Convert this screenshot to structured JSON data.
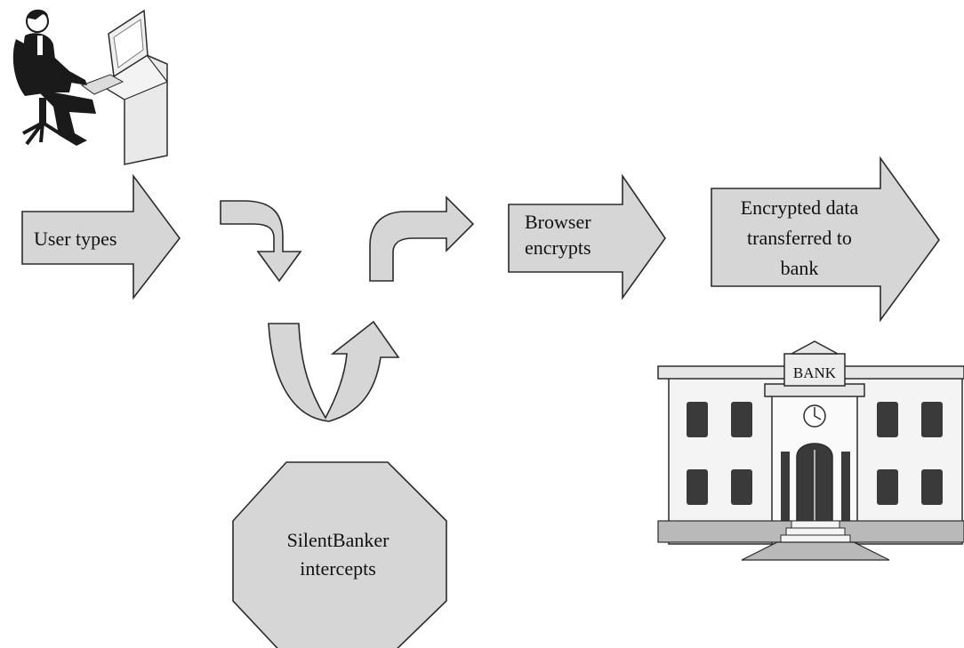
{
  "colors": {
    "shape_fill": "#d6d6d6",
    "shape_stroke": "#2b2b2b",
    "ink": "#111111",
    "building_fill": "#f4f4f4",
    "window_fill": "#3a3a3a",
    "base_fill": "#b9b9b9"
  },
  "steps": {
    "user_types": "User types",
    "browser_line1": "Browser",
    "browser_line2": "encrypts",
    "transfer_line1": "Encrypted data",
    "transfer_line2": "transferred to",
    "transfer_line3": "bank",
    "intercept_line1": "SilentBanker",
    "intercept_line2": "intercepts"
  },
  "bank": {
    "sign": "BANK"
  },
  "icons": {
    "user": "person-at-computer-icon",
    "bank": "bank-building-icon"
  }
}
